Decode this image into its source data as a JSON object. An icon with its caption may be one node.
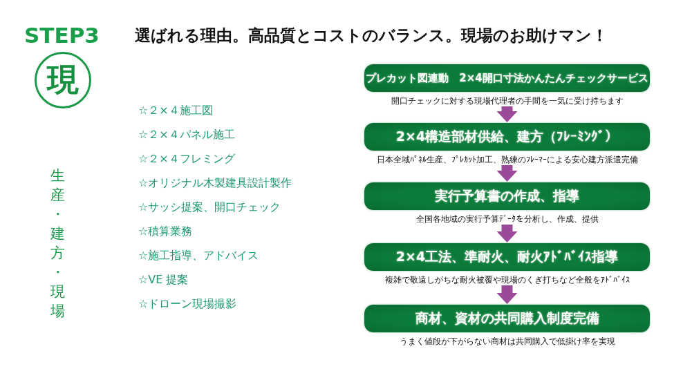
{
  "diagram": {
    "title": "選ばれる理由。高品質とコストのバランス。現場のお助けマン！",
    "nodes": [
      {
        "text": [
          "現"
        ]
      },
      {
        "text": [
          "プレカット図連動　2×4開口寸法かんたんチェックサービス"
        ],
        "beside": [
          "開口チェックに対する現場代理者の手間を一気に受け持ちます"
        ]
      },
      {
        "text": [
          "2×4構造部材供給、建方（ﾌﾚｰﾐﾝｸﾞ）"
        ],
        "beside": [
          "日本全域ﾊﾟﾈﾙ生産、ﾌﾟﾚｶｯﾄ加工、熟練のﾌﾚｰﾏｰによる安心建方派遣完備"
        ]
      },
      {
        "text": [
          "実行予算書の作成、指導"
        ],
        "beside": [
          "全国各地域の実行予算ﾃﾞｰﾀを分析し、作成、提供"
        ]
      },
      {
        "text": [
          "2×4工法、準耐火、耐火ｱﾄﾞﾊﾞｲｽ指導"
        ],
        "beside": [
          "複雑で敬遠しがちな耐火被覆や現場のくぎ打ちなど全般をｱﾄﾞﾊﾞｲｽ"
        ]
      },
      {
        "text": [
          "商材、資材の共同購入制度完備"
        ],
        "beside": [
          "うまく値段が下がらない商材は共同購入で低掛け率を実現"
        ]
      }
    ],
    "edges": [
      {
        "from": 1,
        "to": 2,
        "arrow": "to"
      },
      {
        "from": 2,
        "to": 3,
        "arrow": "to"
      },
      {
        "from": 3,
        "to": 4,
        "arrow": "to"
      },
      {
        "from": 4,
        "to": 5,
        "arrow": "to"
      }
    ],
    "labels": [
      "STEP3",
      "生産・建方・現場",
      "☆２×４施工図",
      "☆２×４パネル施工",
      "☆２×４フレミング",
      "☆オリジナル木製建具設計製作",
      "☆サッシ提案、開口チェック",
      "☆積算業務",
      "☆施工指導、アドバイス",
      "☆VE 提案",
      "☆ドローン現場撮影"
    ]
  }
}
